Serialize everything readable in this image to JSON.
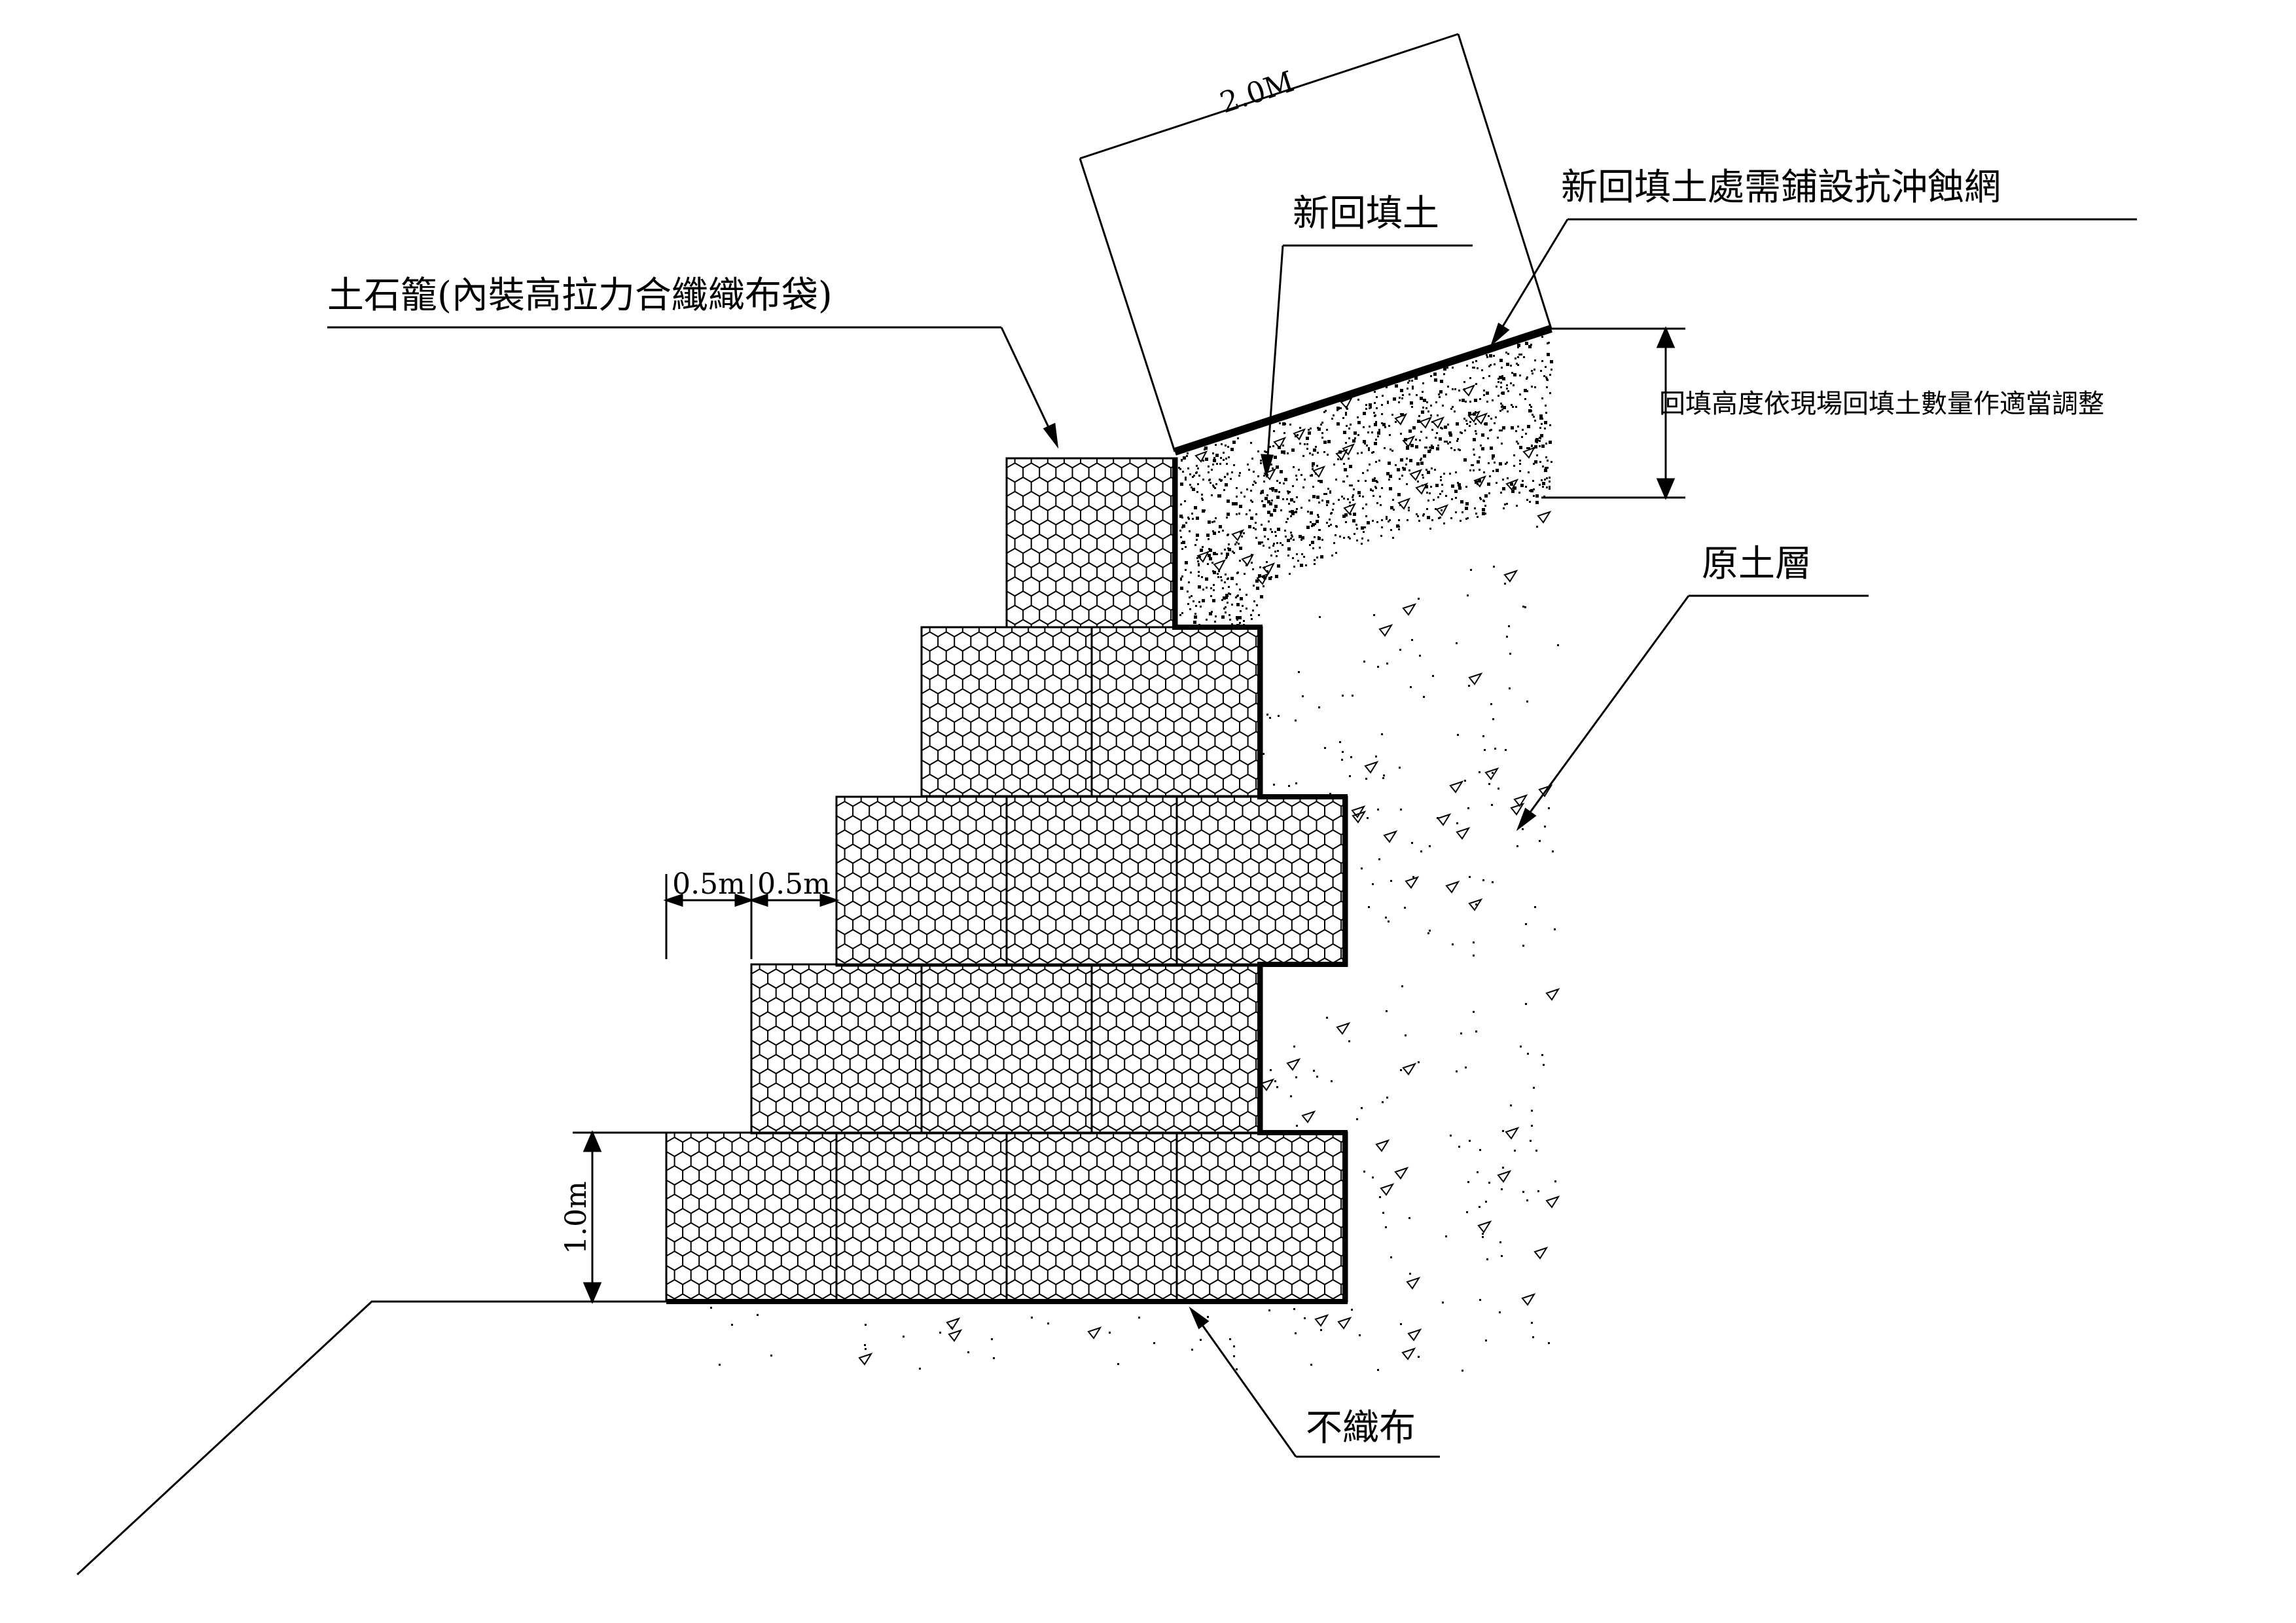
{
  "labels": {
    "gabion": "土石籠(內裝高拉力合纖織布袋)",
    "new_backfill": "新回填土",
    "erosion_net": "新回填土處需鋪設抗沖蝕網",
    "backfill_height_note": "回填高度依現場回填土數量作適當調整",
    "original_soil": "原土層",
    "geotextile": "不織布"
  },
  "dimensions": {
    "slope_length": "2.0M",
    "offset_1": "0.5m",
    "offset_2": "0.5m",
    "layer_height": "1.0m"
  },
  "colors": {
    "line": "#000000",
    "background": "#ffffff"
  }
}
